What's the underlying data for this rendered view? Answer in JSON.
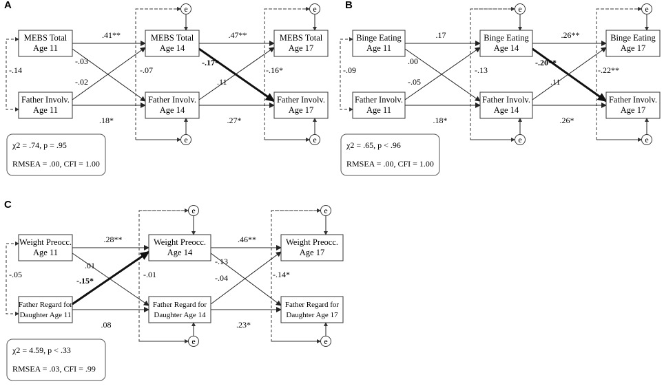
{
  "panels": [
    {
      "letter": "A",
      "nodes": {
        "x1": [
          "MEBS Total",
          "Age 11"
        ],
        "f1": [
          "Father Involv.",
          "Age 11"
        ],
        "x2": [
          "MEBS Total",
          "Age 14"
        ],
        "f2": [
          "Father Involv.",
          "Age 14"
        ],
        "x3": [
          "MEBS Total",
          "Age 17"
        ],
        "f3": [
          "Father Involv.",
          "Age 17"
        ]
      },
      "coefs": {
        "x1x2": ".41**",
        "x1f2": "-.03",
        "f1x2": "-.02",
        "f1f2": ".18*",
        "cov1": "-.14",
        "x2x3": ".47**",
        "x2f3": "-.17*",
        "f2x3": ".11",
        "f2f3": ".27*",
        "cov2": "-.07",
        "cov3": "-.16*"
      },
      "bold_path": "x2f3",
      "fit": {
        "chi": "χ2 = .74, p = .95",
        "rmsea": "RMSEA = .00, CFI = 1.00"
      }
    },
    {
      "letter": "B",
      "nodes": {
        "x1": [
          "Binge Eating",
          "Age 11"
        ],
        "f1": [
          "Father Involv.",
          "Age 11"
        ],
        "x2": [
          "Binge Eating",
          "Age 14"
        ],
        "f2": [
          "Father Involv.",
          "Age 14"
        ],
        "x3": [
          "Binge Eating",
          "Age 17"
        ],
        "f3": [
          "Father Involv.",
          "Age 17"
        ]
      },
      "coefs": {
        "x1x2": ".17",
        "x1f2": ".00",
        "f1x2": "-.05",
        "f1f2": ".18*",
        "cov1": "-.09",
        "x2x3": ".26**",
        "x2f3": "-.20**",
        "f2x3": ".11",
        "f2f3": ".26*",
        "cov2": "-.13",
        "cov3": "-.22**"
      },
      "bold_path": "x2f3",
      "fit": {
        "chi": "χ2 = .65, p < .96",
        "rmsea": "RMSEA = .00, CFI = 1.00"
      }
    },
    {
      "letter": "C",
      "nodes": {
        "x1": [
          "Weight Preocc.",
          "Age 11"
        ],
        "f1": [
          "Father Regard for",
          "Daughter Age 11"
        ],
        "x2": [
          "Weight Preocc.",
          "Age 14"
        ],
        "f2": [
          "Father Regard for",
          "Daughter Age 14"
        ],
        "x3": [
          "Weight Preocc.",
          "Age 17"
        ],
        "f3": [
          "Father Regard for",
          "Daughter Age 17"
        ]
      },
      "coefs": {
        "x1x2": ".28**",
        "x1f2": ".01",
        "f1x2": "-.15*",
        "f1f2": ".08",
        "cov1": "-.05",
        "x2x3": ".46**",
        "x2f3": "-.13",
        "f2x3": "-.04",
        "f2f3": ".23*",
        "cov2": "-.01",
        "cov3": "-.14*"
      },
      "bold_path": "f1x2",
      "fit": {
        "chi": "χ2 = 4.59, p < .33",
        "rmsea": "RMSEA = .03, CFI = .99"
      }
    }
  ],
  "error_label": "e"
}
